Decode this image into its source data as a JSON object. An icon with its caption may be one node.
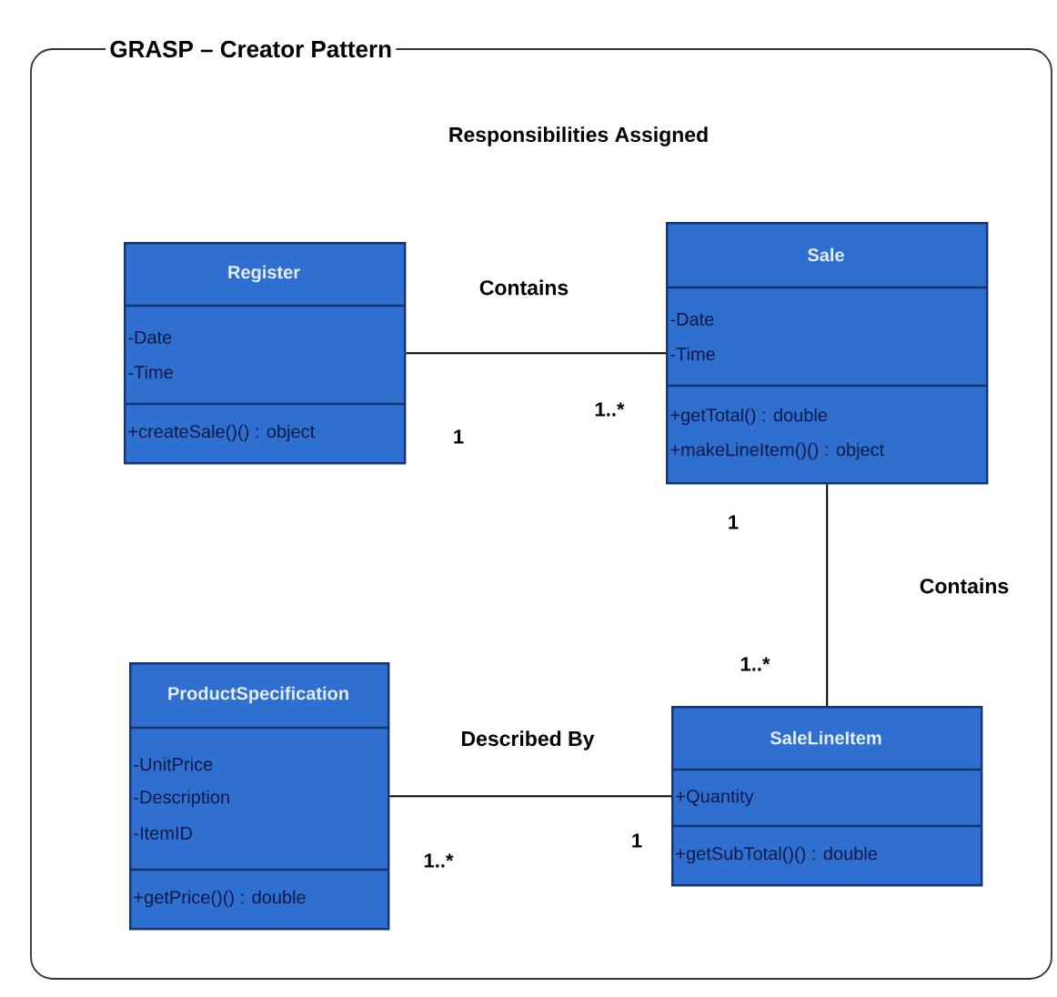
{
  "diagram": {
    "title": "GRASP – Creator Pattern",
    "nodes": [
      {
        "text": [
          "Responsibilities Assigned"
        ]
      },
      {
        "text": [
          "Register",
          "-Date",
          "-Time",
          "+createSale()() : object"
        ],
        "in": 0
      },
      {
        "text": [
          "Sale",
          "-Date",
          "-Time",
          "+getTotal() : double",
          "+makeLineItem()() : object"
        ],
        "in": 0
      },
      {
        "text": [
          "ProductSpecification",
          "-UnitPrice",
          "-Description",
          "-ItemID",
          "+getPrice()() : double"
        ],
        "in": 0
      },
      {
        "text": [
          "SaleLineItem",
          "+Quantity",
          "+getSubTotal()() : double"
        ],
        "in": 0
      }
    ],
    "edges": [
      {
        "from": 1,
        "to": 2,
        "arrow": "none",
        "label": "Contains"
      },
      {
        "from": 2,
        "to": 4,
        "arrow": "none",
        "label": "Contains"
      },
      {
        "from": 3,
        "to": 4,
        "arrow": "none",
        "label": "Described By"
      }
    ],
    "labels": [
      "1..*",
      "1",
      "1",
      "1..*",
      "1..*",
      "1"
    ]
  }
}
